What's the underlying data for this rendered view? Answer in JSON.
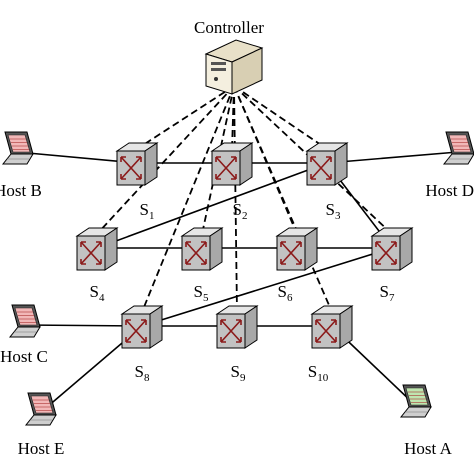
{
  "controller": {
    "label": "Controller",
    "icon": "server-icon"
  },
  "switches": [
    {
      "id": "s1",
      "letter": "S",
      "sub": "1"
    },
    {
      "id": "s2",
      "letter": "S",
      "sub": "2"
    },
    {
      "id": "s3",
      "letter": "S",
      "sub": "3"
    },
    {
      "id": "s4",
      "letter": "S",
      "sub": "4"
    },
    {
      "id": "s5",
      "letter": "S",
      "sub": "5"
    },
    {
      "id": "s6",
      "letter": "S",
      "sub": "6"
    },
    {
      "id": "s7",
      "letter": "S",
      "sub": "7"
    },
    {
      "id": "s8",
      "letter": "S",
      "sub": "8"
    },
    {
      "id": "s9",
      "letter": "S",
      "sub": "9"
    },
    {
      "id": "s10",
      "letter": "S",
      "sub": "10"
    }
  ],
  "hosts": [
    {
      "id": "hostB",
      "label": "Host B",
      "icon": "laptop-icon",
      "screen_color": "#f2b8b8"
    },
    {
      "id": "hostD",
      "label": "Host D",
      "icon": "laptop-icon",
      "screen_color": "#f2b8b8"
    },
    {
      "id": "hostC",
      "label": "Host C",
      "icon": "laptop-icon",
      "screen_color": "#f2b8b8"
    },
    {
      "id": "hostE",
      "label": "Host E",
      "icon": "laptop-icon",
      "screen_color": "#f2b8b8"
    },
    {
      "id": "hostA",
      "label": "Host A",
      "icon": "laptop-icon",
      "screen_color": "#bfe6b0"
    }
  ],
  "links": [
    [
      "hostB",
      "s1"
    ],
    [
      "s1",
      "s2"
    ],
    [
      "s2",
      "s3"
    ],
    [
      "s3",
      "hostD"
    ],
    [
      "s4",
      "s3"
    ],
    [
      "s4",
      "s5"
    ],
    [
      "s5",
      "s6"
    ],
    [
      "s6",
      "s7"
    ],
    [
      "s3",
      "s7"
    ],
    [
      "hostC",
      "s8"
    ],
    [
      "s8",
      "s7"
    ],
    [
      "s8",
      "s9"
    ],
    [
      "s9",
      "s10"
    ],
    [
      "s8",
      "hostE"
    ],
    [
      "s10",
      "hostA"
    ]
  ],
  "control_links": [
    "s1",
    "s2",
    "s3",
    "s4",
    "s5",
    "s6",
    "s7",
    "s8",
    "s9",
    "s10"
  ],
  "colors": {
    "switch_body": "#d9d9d9",
    "switch_face": "#c2c2c2",
    "switch_arrows": "#8b1a1a"
  }
}
